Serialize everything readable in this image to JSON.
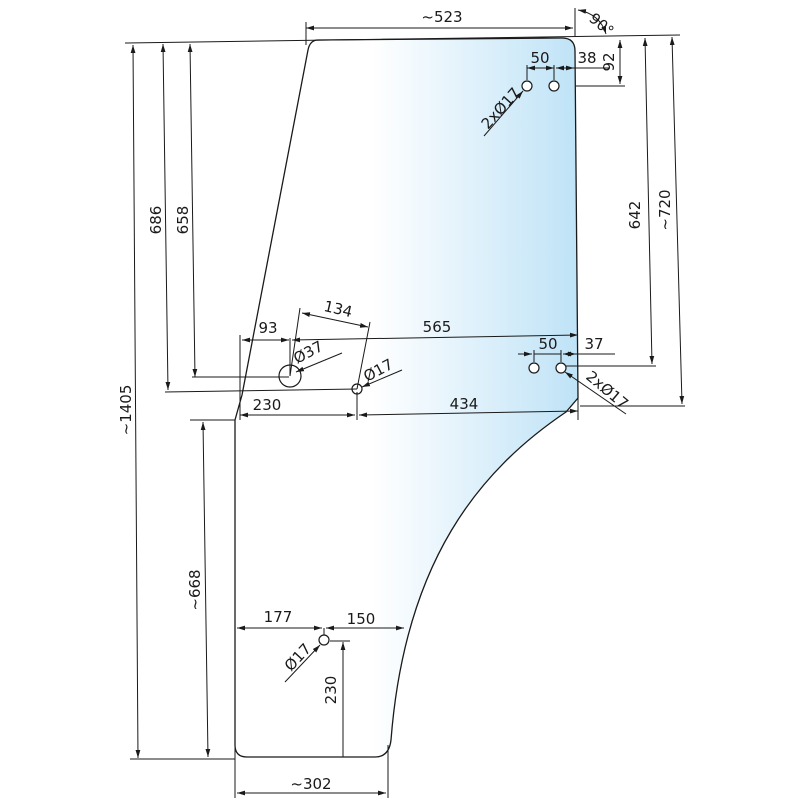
{
  "drawing": {
    "title": "Door glass dimension drawing",
    "colors": {
      "glass_left": "#ffffff",
      "glass_right": "#bfe3f7",
      "line": "#1a1a1a"
    },
    "labels": {
      "top_width": "~523",
      "angle": "90°",
      "top_hole_spacing": "50",
      "top_hole_edge": "38",
      "top_hole_drop": "92",
      "top_holes_dia": "2xØ17",
      "left_686": "686",
      "left_658": "658",
      "right_642": "642",
      "right_720": "~720",
      "total_height": "~1405",
      "mid_93": "93",
      "mid_134": "134",
      "mid_565": "565",
      "dia_37": "Ø37",
      "dia_17_mid": "Ø17",
      "right_hole_spacing": "50",
      "right_hole_edge": "37",
      "right_holes_dia": "2xØ17",
      "mid_230": "230",
      "mid_434": "434",
      "lower_height": "~668",
      "bottom_177": "177",
      "bottom_150": "150",
      "dia_17_bottom": "Ø17",
      "bottom_hole_height": "230",
      "bottom_width": "~302"
    }
  }
}
